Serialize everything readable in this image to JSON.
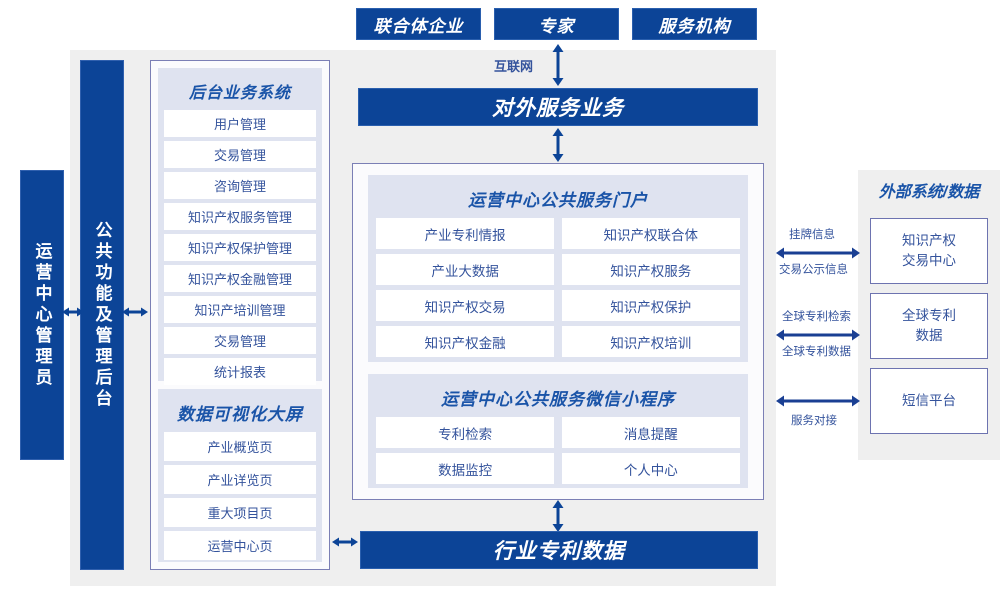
{
  "title_colors": {
    "navy": "#0c4497",
    "accent_blue": "#1a54a8",
    "panel_lavender": "#dfe3f0",
    "canvas_grey": "#efefef",
    "text_blue": "#34539c"
  },
  "top_actors": [
    {
      "label": "联合体企业"
    },
    {
      "label": "专家"
    },
    {
      "label": "服务机构"
    }
  ],
  "internet_label": "互联网",
  "external_service_bar": "对外服务业务",
  "industry_data_bar": "行业专利数据",
  "left_bars": [
    {
      "label": "运营中心管理员"
    },
    {
      "label": "公共功能及管理后台"
    }
  ],
  "backend_system": {
    "title": "后台业务系统",
    "items": [
      "用户管理",
      "交易管理",
      "咨询管理",
      "知识产权服务管理",
      "知识产权保护管理",
      "知识产权金融管理",
      "知识产培训管理",
      "交易管理",
      "统计报表"
    ]
  },
  "visualization_screen": {
    "title": "数据可视化大屏",
    "items": [
      "产业概览页",
      "产业详览页",
      "重大项目页",
      "运营中心页"
    ]
  },
  "portal": {
    "title": "运营中心公共服务门户",
    "items": [
      "产业专利情报",
      "知识产权联合体",
      "产业大数据",
      "知识产权服务",
      "知识产权交易",
      "知识产权保护",
      "知识产权金融",
      "知识产权培训"
    ]
  },
  "miniprogram": {
    "title": "运营中心公共服务微信小程序",
    "items": [
      "专利检索",
      "消息提醒",
      "数据监控",
      "个人中心"
    ]
  },
  "external": {
    "title": "外部系统/数据",
    "boxes": [
      {
        "line1": "知识产权",
        "line2": "交易中心"
      },
      {
        "line1": "全球专利",
        "line2": "数据"
      },
      {
        "line1": "短信平台",
        "line2": ""
      }
    ],
    "connectors": [
      {
        "above": "挂牌信息",
        "below": "交易公示信息"
      },
      {
        "above": "全球专利检索",
        "below": "全球专利数据"
      },
      {
        "above": "",
        "below": "服务对接"
      }
    ]
  }
}
